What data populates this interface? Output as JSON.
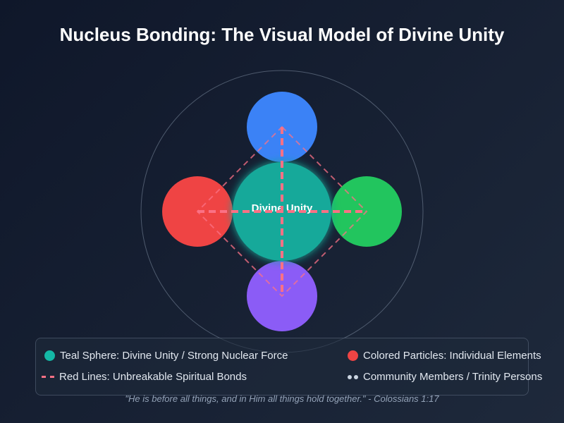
{
  "title": "Nucleus Bonding: The Visual Model of Divine Unity",
  "diagram": {
    "center_label": "Divine Unity",
    "colors": {
      "teal": "#14a99a",
      "blue": "#3b82f6",
      "red": "#ef4444",
      "green": "#22c55e",
      "purple": "#8b5cf6",
      "bond": "#fb7185"
    }
  },
  "legend": {
    "items": [
      {
        "label": "Teal Sphere: Divine Unity / Strong Nuclear Force"
      },
      {
        "label": "Colored Particles: Individual Elements"
      },
      {
        "label": "Red Lines: Unbreakable Spiritual Bonds"
      },
      {
        "label": "Community Members / Trinity Persons"
      }
    ]
  },
  "quote": "\"He is before all things, and in Him all things hold together.\" - Colossians 1:17"
}
